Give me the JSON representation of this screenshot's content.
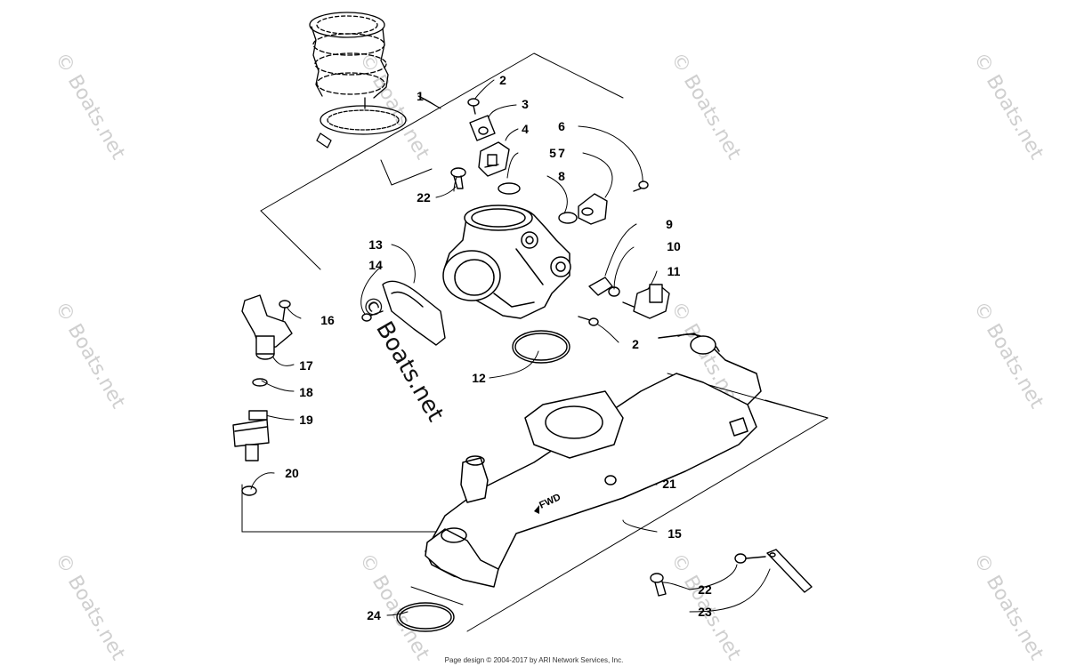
{
  "watermark": {
    "text": "© Boats.net",
    "main_text": "© Boats.net"
  },
  "callouts": {
    "c1": "1",
    "c2a": "2",
    "c2b": "2",
    "c3": "3",
    "c4": "4",
    "c5": "5",
    "c6": "6",
    "c7": "7",
    "c8": "8",
    "c9": "9",
    "c10": "10",
    "c11": "11",
    "c12": "12",
    "c13": "13",
    "c14": "14",
    "c15": "15",
    "c16": "16",
    "c17": "17",
    "c18": "18",
    "c19": "19",
    "c20": "20",
    "c21": "21",
    "c22a": "22",
    "c22b": "22",
    "c23": "23",
    "c24": "24"
  },
  "housing_label": "FWD",
  "footer": "Page design © 2004-2017 by ARI Network Services, Inc."
}
